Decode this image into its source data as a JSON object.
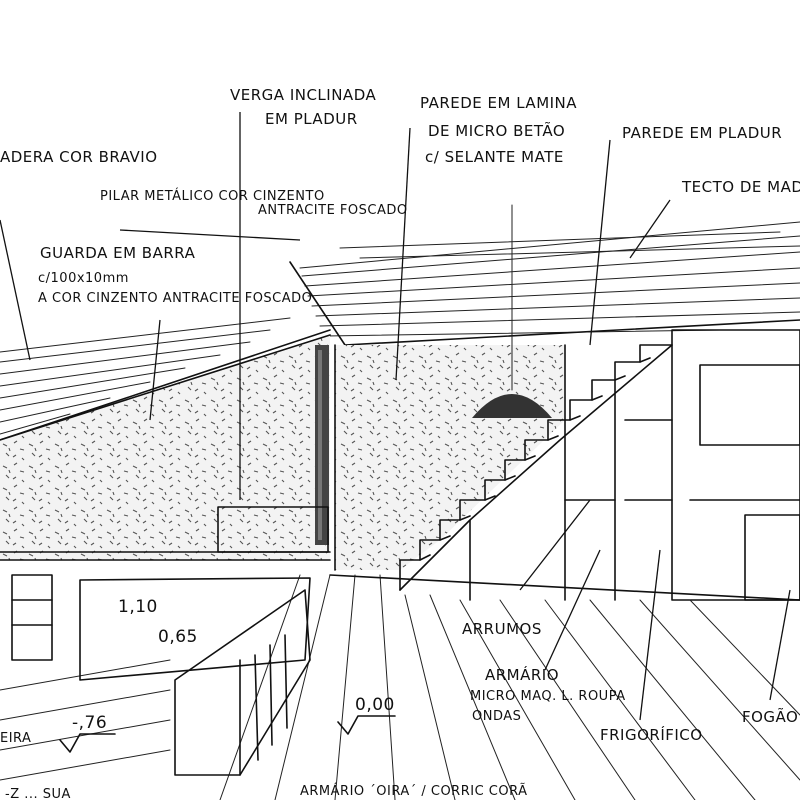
{
  "annotations": {
    "madeira_bravio": "ADERA COR BRAVIO",
    "verga": [
      "VERGA INCLINADA",
      "EM PLADUR"
    ],
    "parede_lamina": [
      "PAREDE EM LAMINA",
      "DE MICRO BETÃO",
      "c/ SELANTE MATE"
    ],
    "parede_pladur": "PAREDE EM PLADUR",
    "tecto": "TECTO DE MAD",
    "pilar": [
      "PILAR METÁLICO COR CINZENTO",
      "ANTRACITE FOSCADO"
    ],
    "guarda": [
      "GUARDA EM BARRA",
      "c/100x10mm",
      "A COR CINZENTO ANTRACITE FOSCADO"
    ],
    "arrumos": "ARRUMOS",
    "armario_micro": [
      "ARMÁRIO",
      "MICRO MAQ. L. ROUPA",
      "ONDAS"
    ],
    "frigorifico": "FRIGORÍFICO",
    "fogao": "FOGÃO",
    "armario_bottom": "ARMÁRIO ´OIRA´ / CORRIC CORÃ",
    "eira": "EIRA",
    "bottom_left": "-Z ... SUA"
  },
  "dimensions": {
    "d110": "1,10",
    "d065": "0,65",
    "d076": "-,76",
    "d000": "0,00"
  }
}
